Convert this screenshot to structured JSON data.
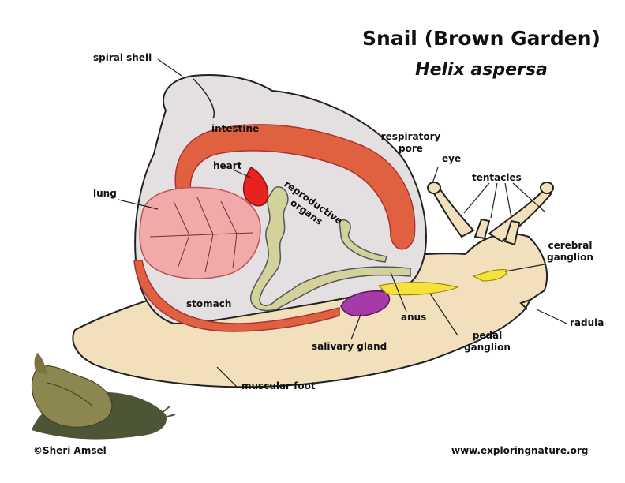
{
  "header": {
    "title": "Snail (Brown Garden)",
    "subtitle": "Helix aspersa"
  },
  "labels": {
    "spiral_shell": "spiral shell",
    "intestine": "intestine",
    "heart": "heart",
    "lung": "lung",
    "reproductive_organs": "reproductive organs",
    "respiratory_pore": "respiratory pore",
    "eye": "eye",
    "tentacles": "tentacles",
    "cerebral_ganglion": "cerebral ganglion",
    "radula": "radula",
    "pedal_ganglion": "pedal ganglion",
    "anus": "anus",
    "salivary_gland": "salivary gland",
    "stomach": "stomach",
    "muscular_foot": "muscular foot"
  },
  "footer": {
    "copyright": "©Sheri Amsel",
    "website": "www.exploringnature.org"
  },
  "colors": {
    "shell_fill": "#e4e0e2",
    "body_fill": "#f2dfbc",
    "intestine": "#e0613f",
    "lung": "#f2a9aa",
    "heart": "#e8231f",
    "reproductive": "#d3d29a",
    "salivary_gland": "#a63aa8",
    "pedal_ganglion": "#f7e23c",
    "photo_snail_shell": "#8c8650"
  }
}
